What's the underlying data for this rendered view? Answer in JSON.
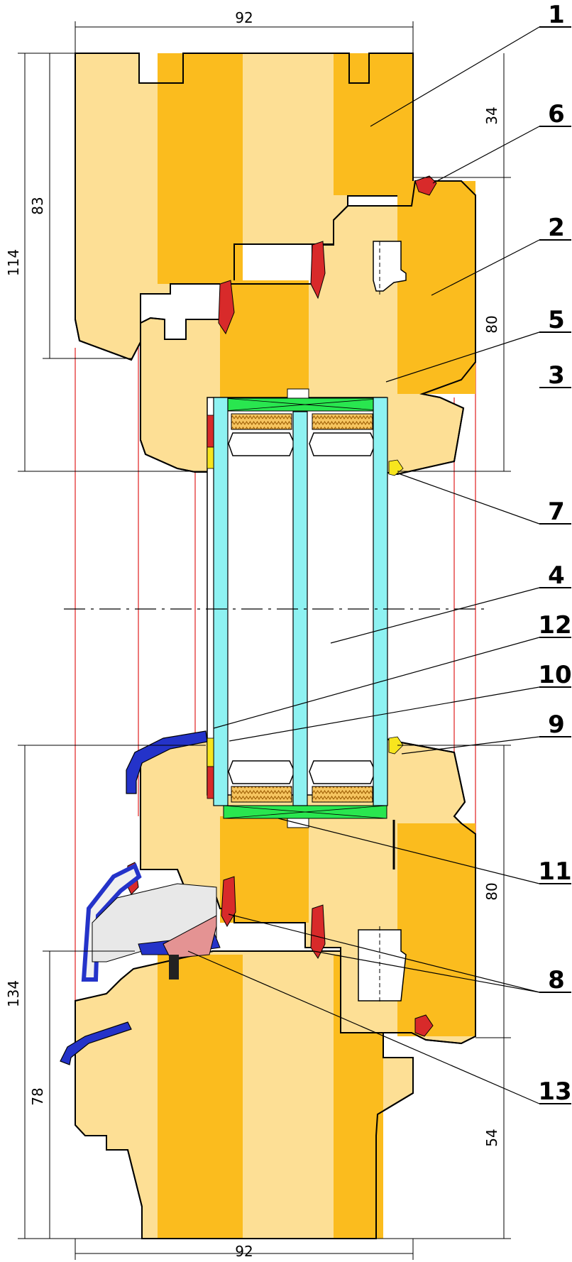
{
  "dimensions": {
    "top_width": "92",
    "bottom_width": "92",
    "left_upper_outer": "114",
    "left_upper_inner": "83",
    "right_upper_top": "34",
    "right_upper_bottom": "80",
    "left_lower_outer": "134",
    "left_lower_inner": "78",
    "right_lower_top": "80",
    "right_lower_bottom": "54"
  },
  "callouts": [
    "1",
    "6",
    "2",
    "5",
    "3",
    "7",
    "4",
    "12",
    "10",
    "9",
    "11",
    "8",
    "13"
  ],
  "colors": {
    "wood_light": "#FDDF95",
    "wood_dark": "#FBBC1E",
    "glass": "#8EF2F2",
    "spacer": "#29E64F",
    "gasket_red": "#D82A2A",
    "aluminium_blue": "#2433C9",
    "seal_yellow": "#F7E51E",
    "pink_part": "#E49393"
  }
}
